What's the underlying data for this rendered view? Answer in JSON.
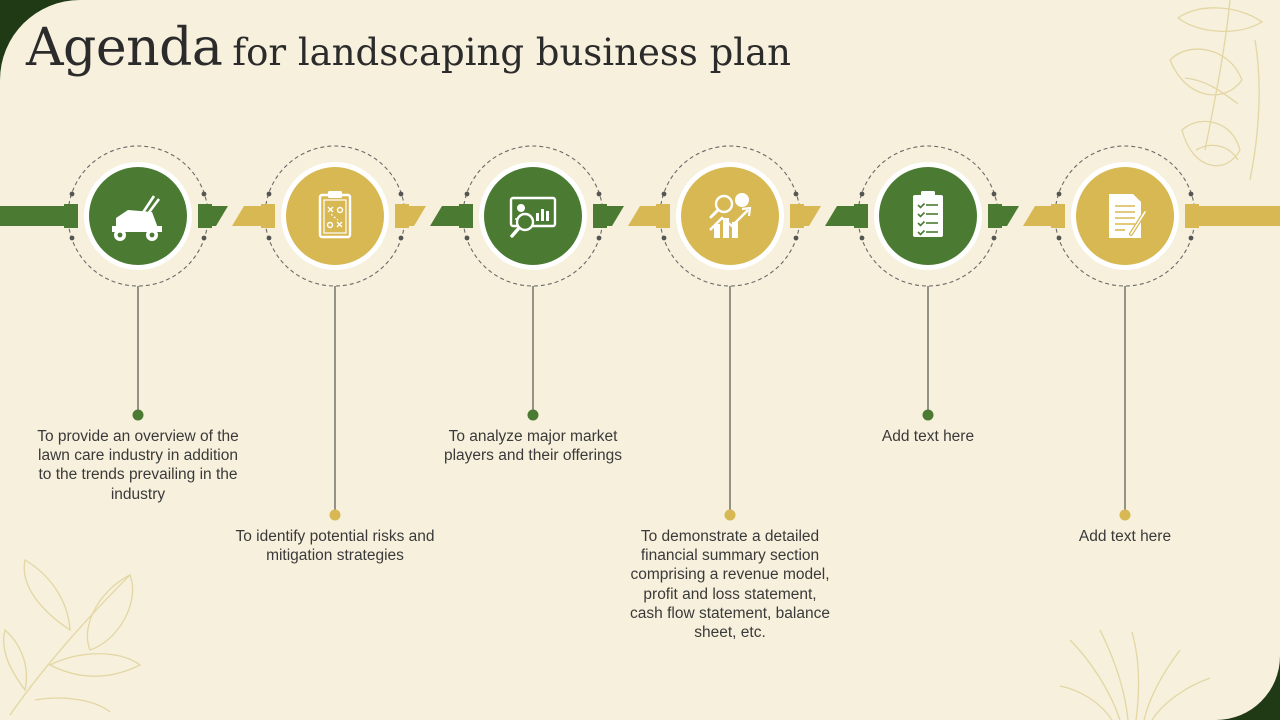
{
  "title": {
    "emphasis": "Agenda",
    "rest": "for landscaping business plan"
  },
  "colors": {
    "green": "#4b7b32",
    "gold": "#d8b853",
    "background": "#f7f0dc",
    "frame": "#1f3a14"
  },
  "steps": [
    {
      "icon": "lawn-mower-icon",
      "color": "green",
      "text": "To provide an overview of the lawn care industry in addition to the trends prevailing in the industry"
    },
    {
      "icon": "strategy-clipboard-icon",
      "color": "gold",
      "text": "To identify potential risks and mitigation strategies"
    },
    {
      "icon": "market-analysis-icon",
      "color": "green",
      "text": "To analyze major market players and their offerings"
    },
    {
      "icon": "financial-growth-icon",
      "color": "gold",
      "text": "To demonstrate a detailed financial summary section comprising a revenue model, profit and loss statement, cash flow statement, balance sheet, etc."
    },
    {
      "icon": "checklist-icon",
      "color": "green",
      "text": "Add text here"
    },
    {
      "icon": "document-icon",
      "color": "gold",
      "text": "Add text here"
    }
  ]
}
